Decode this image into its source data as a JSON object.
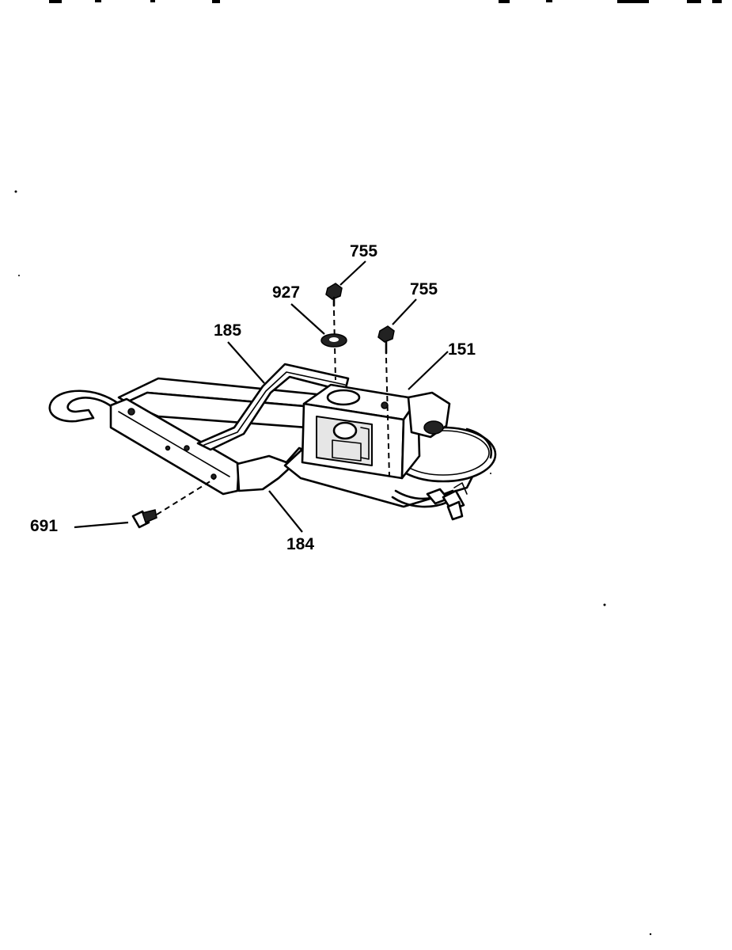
{
  "labels": {
    "screw_top": "755",
    "washer": "927",
    "screw_right": "755",
    "bracket_upper": "185",
    "motor_assembly": "151",
    "screw_left": "691",
    "bracket_lower": "184"
  }
}
